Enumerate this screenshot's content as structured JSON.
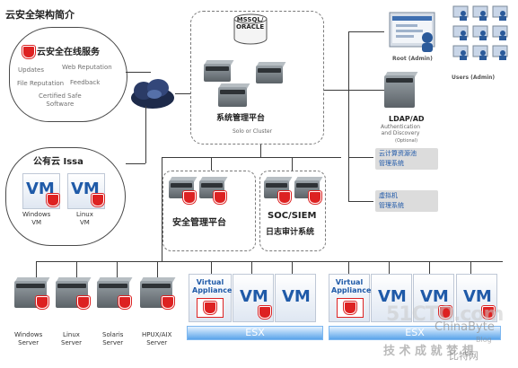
{
  "title": "云安全架构简介",
  "cloud_services": {
    "title": "云安全在线服务",
    "items": [
      "Updates",
      "Web Reputation",
      "File Reputation",
      "Feedback",
      "Certified Safe\nSoftware"
    ]
  },
  "public_cloud": {
    "title": "公有云 Issa",
    "vm_label": "VM",
    "vms": [
      "Windows\nVM",
      "Linux\nVM"
    ]
  },
  "database": {
    "label": "MSSQL/\nORACLE"
  },
  "mgmt_platform": {
    "title": "系统管理平台",
    "subtitle": "Solo or Cluster"
  },
  "security_mgmt": {
    "title": "安全管理平台"
  },
  "siem": {
    "title": "SOC/SIEM",
    "subtitle": "日志审计系统"
  },
  "root": {
    "label": "Root (Admin)"
  },
  "users": {
    "label": "Users (Admin)"
  },
  "ldap": {
    "title": "LDAP/AD",
    "subtitle": "Authentication\nand Discovery",
    "note": "(Optional)"
  },
  "cloud_mgmt": {
    "label": "云计算资源池\n管理系统"
  },
  "vm_mgmt": {
    "label": "虚拟机\n管理系统"
  },
  "servers": [
    "Windows\nServer",
    "Linux\nServer",
    "Solaris\nServer",
    "HPUX/AIX\nServer"
  ],
  "hosts": [
    {
      "appliance": "Virtual\nAppliance",
      "vm": "VM",
      "esx": "ESX"
    },
    {
      "appliance": "Virtual\nAppliance",
      "vm": "VM",
      "esx": "ESX"
    }
  ],
  "watermark": {
    "site": "51CTO.com",
    "slogan": "技 术 成 就 梦 想",
    "blog": "Blog",
    "brand": "ChinaByte",
    "brand_cn": "比特网"
  },
  "colors": {
    "vm_blue": "#1f5aa8",
    "shield_red": "#d22222",
    "esx_blue": "#5aa4ea"
  }
}
